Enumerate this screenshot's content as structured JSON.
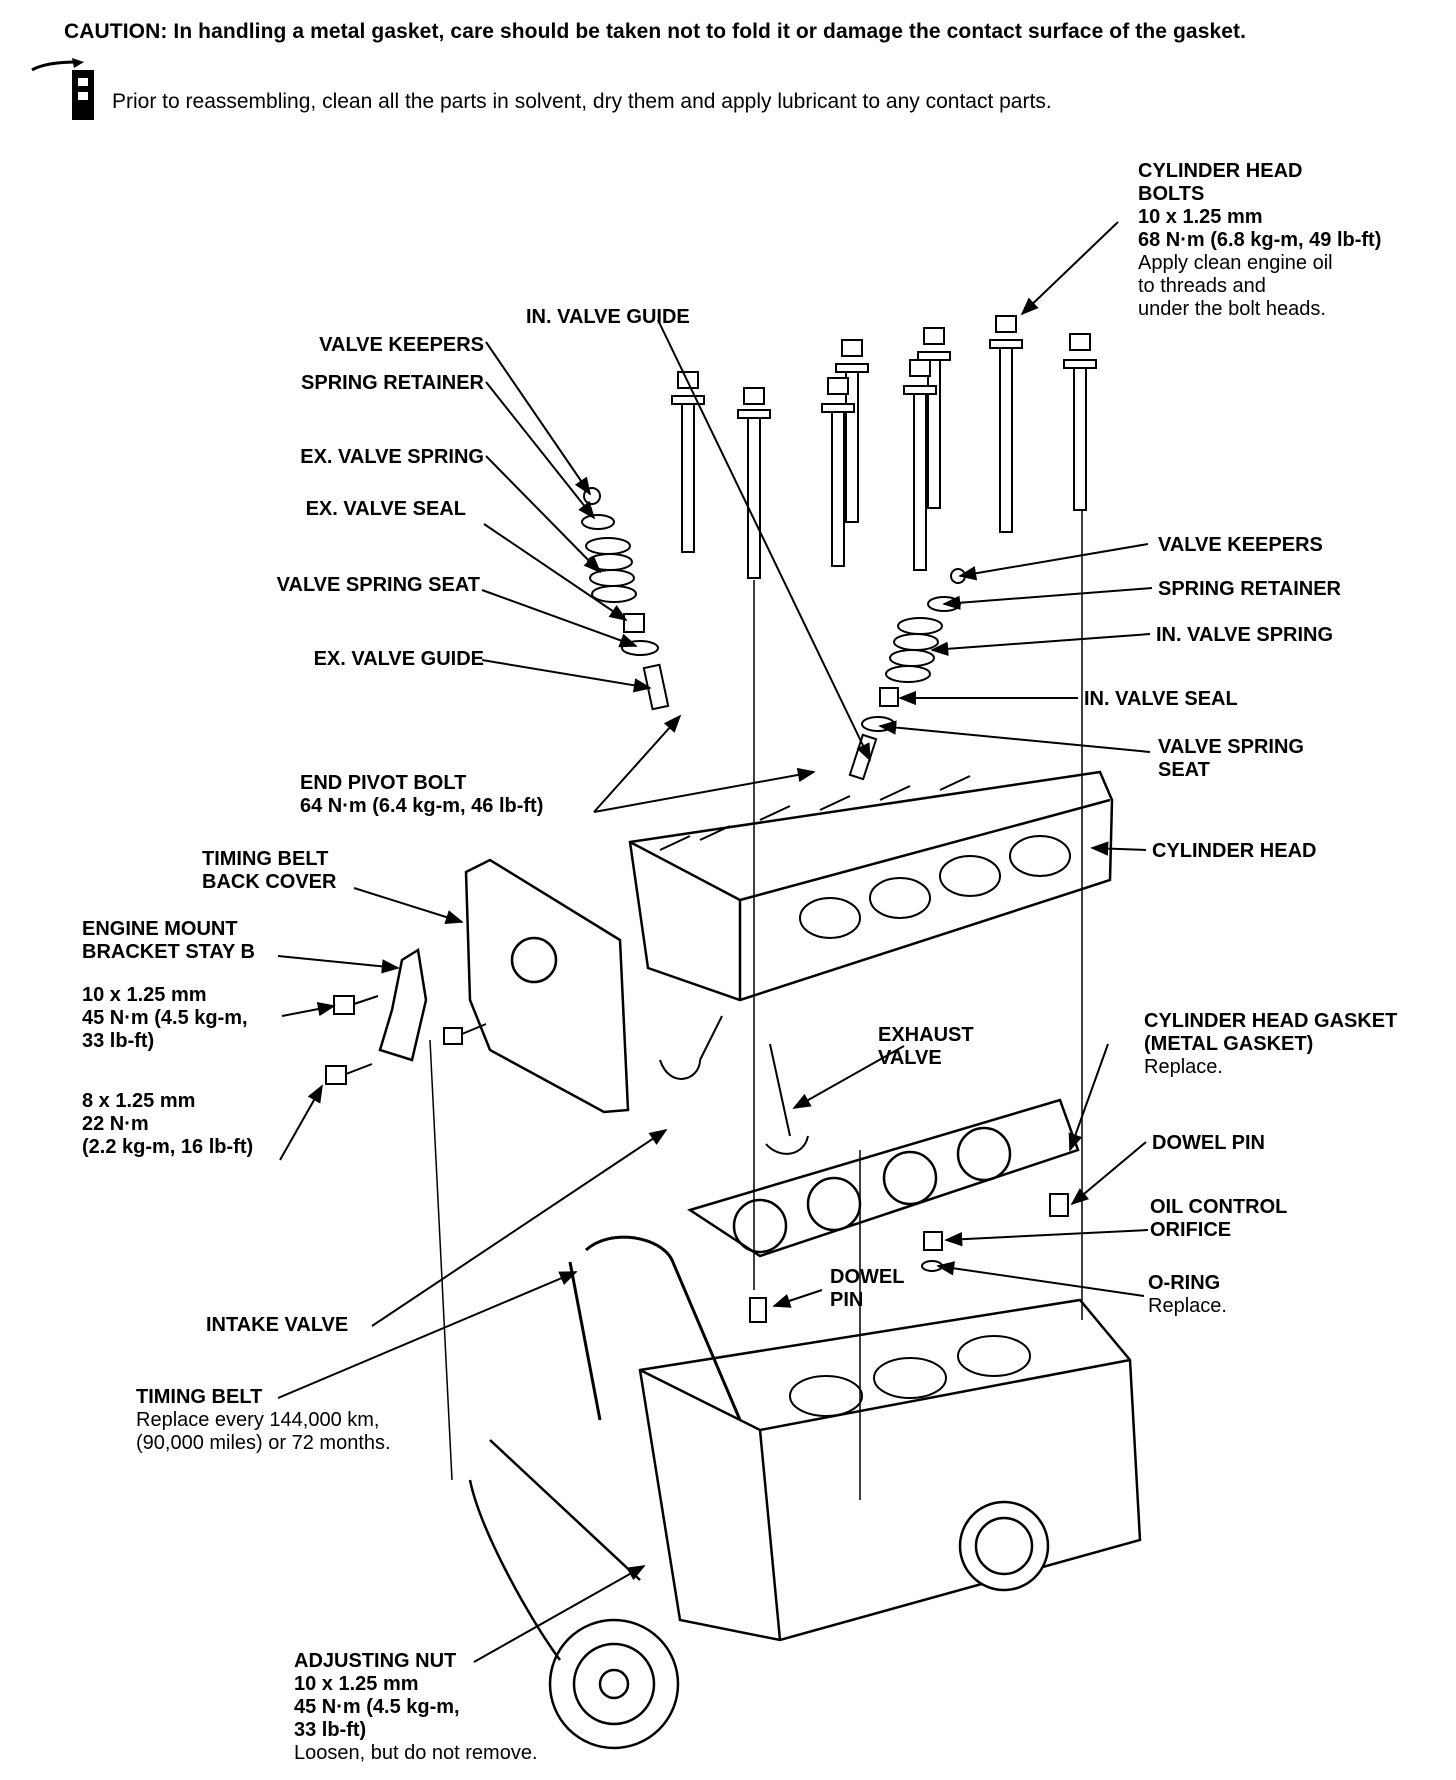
{
  "caution": {
    "label": "CAUTION:",
    "text": "In handling a metal gasket, care should be taken not to fold it or damage the contact surface of the gasket."
  },
  "prior_note": "Prior to reassembling, clean all the parts in solvent, dry them and apply lubricant to any contact parts.",
  "icons": [
    "lubricant-applicator-icon"
  ],
  "labels": {
    "cyl_head_bolts": {
      "title1": "CYLINDER HEAD",
      "title2": "BOLTS",
      "size": "10 x 1.25 mm",
      "torque": "68 N·m (6.8 kg-m, 49 lb-ft)",
      "note1": "Apply clean engine oil",
      "note2": "to threads and",
      "note3": "under the bolt heads."
    },
    "in_valve_guide": "IN. VALVE GUIDE",
    "valve_keepers_left": "VALVE KEEPERS",
    "spring_retainer_left": "SPRING RETAINER",
    "ex_valve_spring": "EX. VALVE SPRING",
    "ex_valve_seal": "EX. VALVE SEAL",
    "valve_spring_seat_left": "VALVE SPRING SEAT",
    "ex_valve_guide": "EX. VALVE GUIDE",
    "end_pivot_bolt": {
      "title": "END PIVOT BOLT",
      "torque": "64 N·m (6.4 kg-m, 46 lb-ft)"
    },
    "timing_belt_back_cover": {
      "line1": "TIMING BELT",
      "line2": "BACK COVER"
    },
    "engine_mount_bracket": {
      "line1": "ENGINE MOUNT",
      "line2": "BRACKET STAY B"
    },
    "bolt_10": {
      "size": "10 x 1.25 mm",
      "torque1": "45 N·m (4.5 kg-m,",
      "torque2": "33 lb-ft)"
    },
    "bolt_8": {
      "size": "8 x 1.25 mm",
      "torque1": "22 N·m",
      "torque2": "(2.2 kg-m, 16 lb-ft)"
    },
    "intake_valve": "INTAKE VALVE",
    "timing_belt": {
      "title": "TIMING BELT",
      "note1": "Replace every 144,000 km,",
      "note2": "(90,000 miles) or 72 months."
    },
    "adjusting_nut": {
      "title": "ADJUSTING NUT",
      "size": "10 x 1.25 mm",
      "torque1": "45 N·m (4.5 kg-m,",
      "torque2": "33 lb-ft)",
      "note": "Loosen, but do not remove."
    },
    "valve_keepers_right": "VALVE KEEPERS",
    "spring_retainer_right": "SPRING RETAINER",
    "in_valve_spring": "IN. VALVE SPRING",
    "in_valve_seal": "IN. VALVE SEAL",
    "valve_spring_seat_right": {
      "line1": "VALVE SPRING",
      "line2": "SEAT"
    },
    "cylinder_head": "CYLINDER HEAD",
    "exhaust_valve": {
      "line1": "EXHAUST",
      "line2": "VALVE"
    },
    "cyl_head_gasket": {
      "line1": "CYLINDER HEAD GASKET",
      "line2": "(METAL GASKET)",
      "note": "Replace."
    },
    "dowel_pin_right": "DOWEL PIN",
    "oil_control_orifice": {
      "line1": "OIL CONTROL",
      "line2": "ORIFICE"
    },
    "o_ring": {
      "title": "O-RING",
      "note": "Replace."
    },
    "dowel_pin_center": {
      "line1": "DOWEL",
      "line2": "PIN"
    }
  }
}
